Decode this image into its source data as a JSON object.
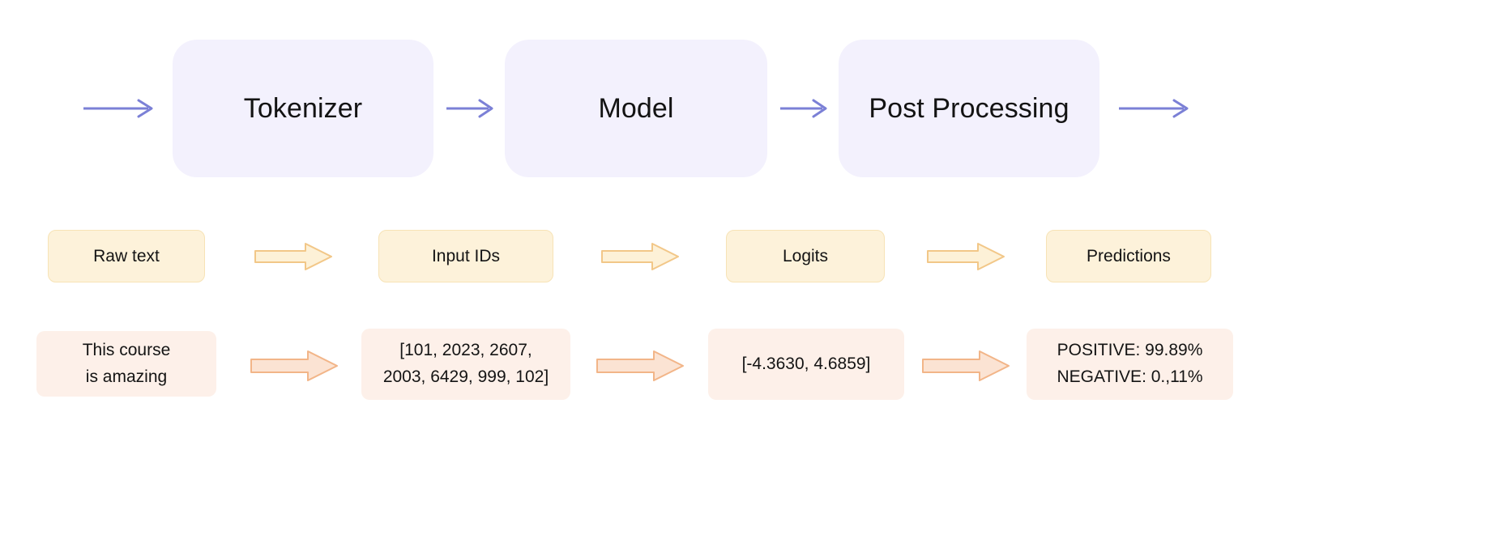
{
  "diagram": {
    "title": "NLP pipeline: Tokenizer to Model to Post Processing",
    "colors": {
      "stage_fill": "#f3f1fd",
      "stage_arrow": "#7b80d6",
      "chip_fill": "#fdf2da",
      "chip_border": "#f7e3b6",
      "chip_arrow_fill": "#fdf1d7",
      "chip_arrow_stroke": "#f2c788",
      "value_fill": "#fdf0e9",
      "value_arrow_fill": "#fbe3d3",
      "value_arrow_stroke": "#f2b588",
      "background": "#ffffff",
      "text": "#141414"
    },
    "stages": [
      {
        "label": "Tokenizer"
      },
      {
        "label": "Model"
      },
      {
        "label": "Post Processing"
      }
    ],
    "artifacts": [
      {
        "label": "Raw text"
      },
      {
        "label": "Input IDs"
      },
      {
        "label": "Logits"
      },
      {
        "label": "Predictions"
      }
    ],
    "examples": [
      {
        "lines": [
          "This course",
          "is amazing"
        ]
      },
      {
        "lines": [
          "[101, 2023, 2607,",
          "2003, 6429, 999, 102]"
        ]
      },
      {
        "lines": [
          "[-4.3630, 4.6859]"
        ]
      },
      {
        "lines": [
          "POSITIVE: 99.89%",
          "NEGATIVE: 0.,11%"
        ]
      }
    ],
    "arrows": {
      "stage_row_count": 4,
      "artifact_row_count": 3,
      "example_row_count": 3
    }
  }
}
